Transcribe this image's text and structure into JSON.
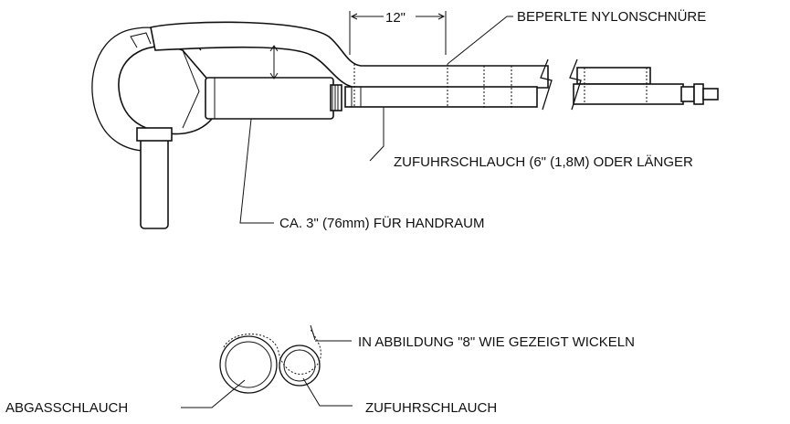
{
  "labels": {
    "dimension_12": "12\"",
    "beaded_nylon": "BEPERLTE NYLONSCHNÜRE",
    "supply_hose_length": "ZUFUHRSCHLAUCH (6\" (1,8M) ODER LÄNGER",
    "hand_space": "CA. 3\" (76mm) FÜR HANDRAUM",
    "wrap_figure8": "IN ABBILDUNG \"8\" WIE GEZEIGT WICKELN",
    "exhaust_hose": "ABGASSCHLAUCH",
    "supply_hose": "ZUFUHRSCHLAUCH"
  },
  "colors": {
    "line": "#111111",
    "background": "#ffffff"
  }
}
